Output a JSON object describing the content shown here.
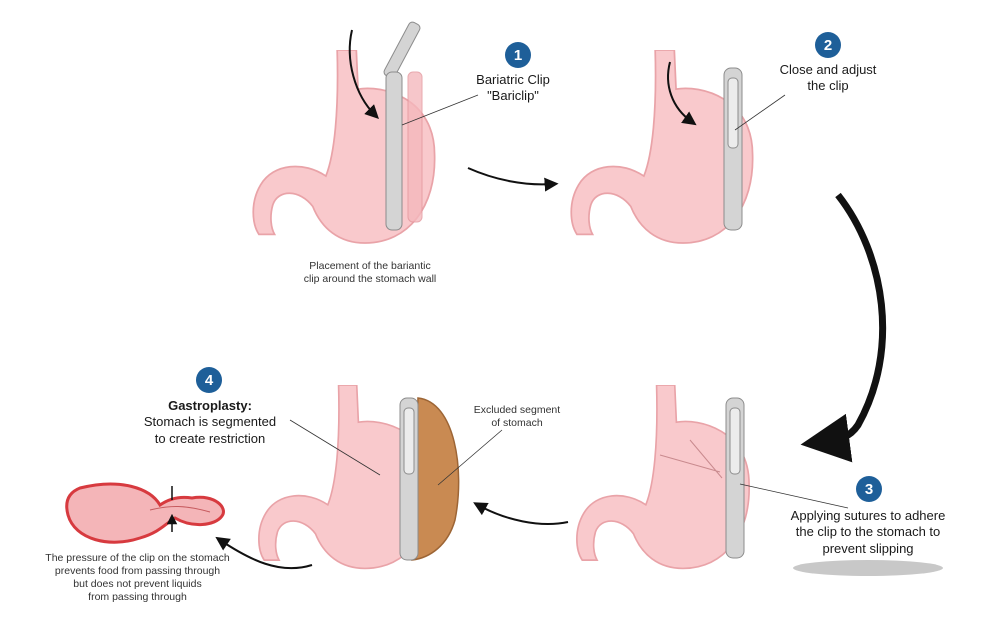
{
  "steps": [
    {
      "number": "1",
      "label_lines": [
        "Bariatric Clip",
        "\"Bariclip\""
      ]
    },
    {
      "number": "2",
      "label_lines": [
        "Close and adjust",
        "the clip"
      ]
    },
    {
      "number": "3",
      "label_lines": [
        "Applying sutures to adhere",
        "the clip to the stomach to",
        "prevent slipping"
      ]
    },
    {
      "number": "4",
      "title": "Gastroplasty:",
      "label_lines": [
        "Stomach is segmented",
        "to create restriction"
      ]
    }
  ],
  "captions": {
    "placement": [
      "Placement of the bariantic",
      "clip around the stomach wall"
    ],
    "excluded": [
      "Excluded segment",
      "of stomach"
    ],
    "pressure": [
      "The pressure of the clip on the stomach",
      "prevents food from passing through",
      "but does not prevent liquids",
      "from passing through"
    ]
  },
  "colors": {
    "stomach_fill": "#f9c9cc",
    "stomach_edge": "#e9a3a8",
    "clip_fill": "#d4d4d4",
    "clip_edge": "#8c8c8c",
    "excluded_fill": "#c98a52",
    "badge": "#1e5f99",
    "arrow": "#111111"
  }
}
